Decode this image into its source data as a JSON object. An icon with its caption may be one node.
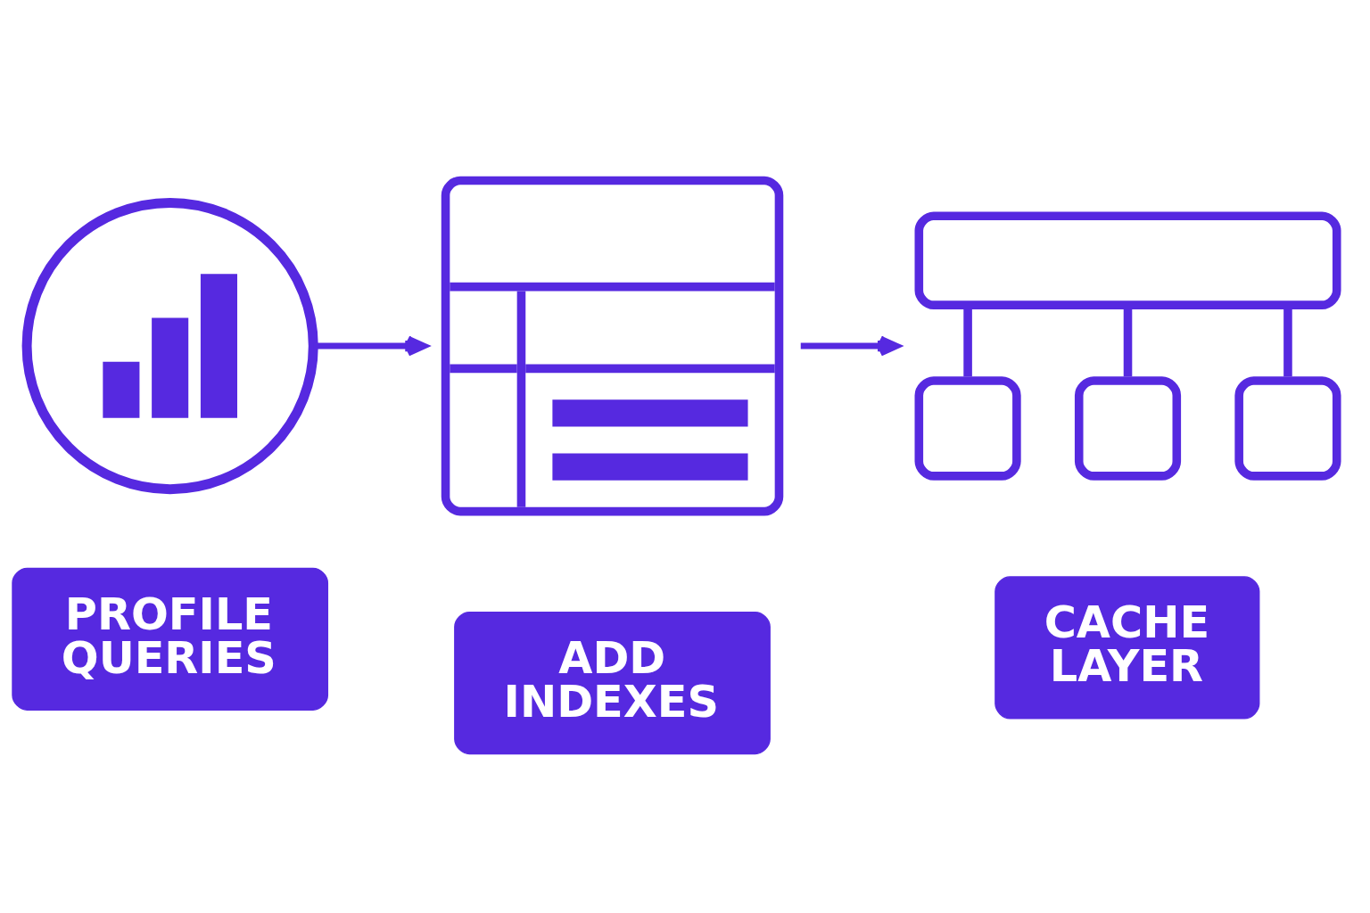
{
  "diagram": {
    "nodes": [
      {
        "text": [],
        "shape": "picture"
      },
      {
        "text": [],
        "shape": "picture"
      },
      {
        "text": [],
        "shape": "picture"
      },
      {
        "text": [
          "PROFILE QUERIES"
        ]
      },
      {
        "text": [
          "ADD INDEXES"
        ]
      },
      {
        "text": [
          "CACHE LAYER"
        ]
      }
    ],
    "edges": [
      {
        "from": 0,
        "to": 1,
        "arrow": "to"
      },
      {
        "from": 1,
        "to": 2,
        "arrow": "to"
      }
    ]
  }
}
